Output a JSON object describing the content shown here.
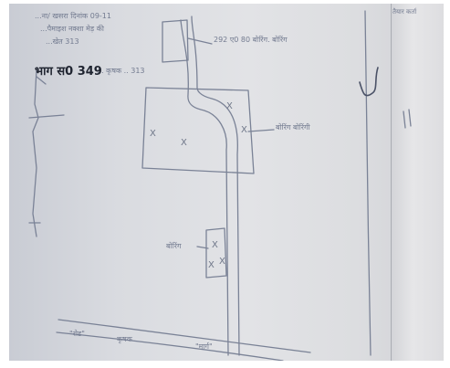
{
  "document": {
    "plot_heading": "भाग स0 349",
    "top_notes": {
      "line1": "...ना/ खसरा  दिनांक 09-11",
      "line2": "...पैमाइश  नक्शा  मेड़ की",
      "line3": "...खेत 313",
      "area_note": "... कृषक .. 313",
      "corner_note": "तैयार कर्ता"
    },
    "labels": {
      "top_box_label": "292  ए0 80  बोरिंग. बोरिंग",
      "right_label": "बोरिंग बोरिंगी",
      "small_plot_label": "बोरिंग"
    },
    "bottom_road": {
      "left_text": "\"रोड\"",
      "mid_text": "कृषक",
      "right_text": "\"मार्ग\""
    },
    "cross_mark": "X",
    "side_marks": {
      "tick": "✓",
      "mark": "I I"
    },
    "colors": {
      "ink": "#7a8296",
      "heading": "#1f2430",
      "paper": "#dfe0e3"
    }
  }
}
